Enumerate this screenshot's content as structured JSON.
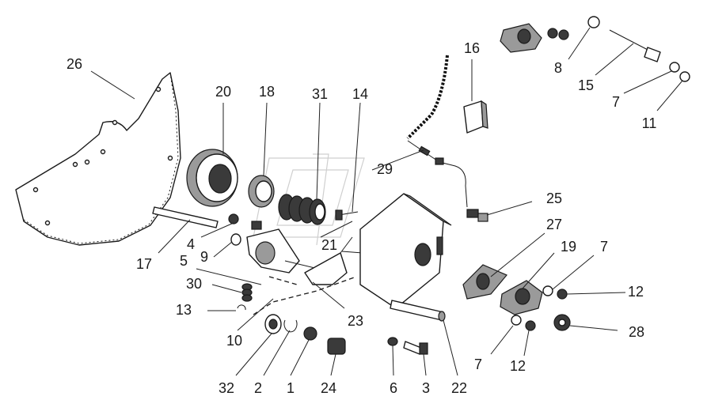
{
  "labels": {
    "l26": "26",
    "l20": "20",
    "l18": "18",
    "l31": "31",
    "l14": "14",
    "l16": "16",
    "l29": "29",
    "l8": "8",
    "l15": "15",
    "l7a": "7",
    "l11": "11",
    "l17": "17",
    "l4": "4",
    "l9": "9",
    "l5": "5",
    "l21": "21",
    "l25": "25",
    "l27": "27",
    "l19": "19",
    "l7b": "7",
    "l12a": "12",
    "l30": "30",
    "l13": "13",
    "l23": "23",
    "l10": "10",
    "l28": "28",
    "l7c": "7",
    "l12b": "12",
    "l32": "32",
    "l2": "2",
    "l1": "1",
    "l24": "24",
    "l6": "6",
    "l3": "3",
    "l22": "22"
  }
}
